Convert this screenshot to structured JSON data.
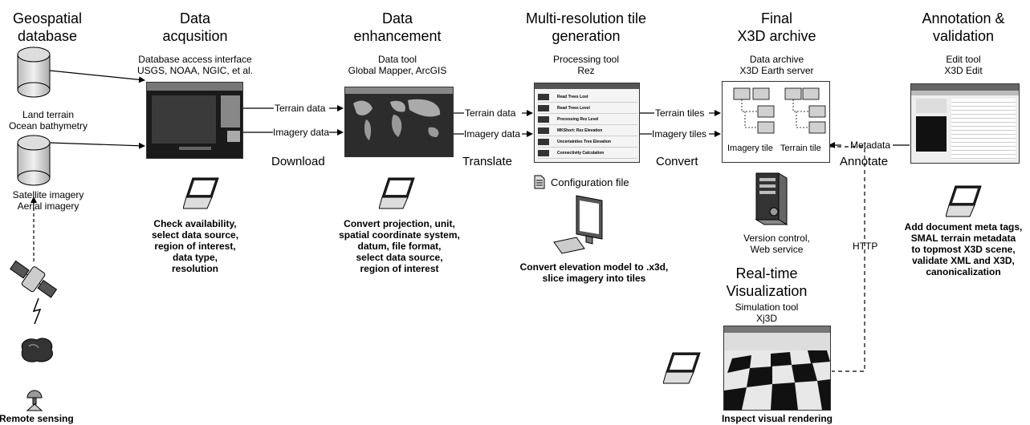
{
  "stages": {
    "geospatial": {
      "title_l1": "Geospatial",
      "title_l2": "database"
    },
    "acquisition": {
      "title_l1": "Data",
      "title_l2": "acqusition",
      "sub_l1": "Database access interface",
      "sub_l2": "USGS, NOAA, NGIC, et al."
    },
    "enhancement": {
      "title_l1": "Data",
      "title_l2": "enhancement",
      "sub_l1": "Data tool",
      "sub_l2": "Global Mapper, ArcGIS"
    },
    "tiles": {
      "title_l1": "Multi-resolution tile",
      "title_l2": "generation",
      "sub_l1": "Processing tool",
      "sub_l2": "Rez"
    },
    "archive": {
      "title_l1": "Final",
      "title_l2": "X3D archive",
      "sub_l1": "Data archive",
      "sub_l2": "X3D Earth server"
    },
    "annotation": {
      "title_l1": "Annotation &",
      "title_l2": "validation",
      "sub_l1": "Edit tool",
      "sub_l2": "X3D Edit"
    },
    "visualization": {
      "title_l1": "Real-time",
      "title_l2": "Visualization",
      "sub_l1": "Simulation tool",
      "sub_l2": "Xj3D"
    }
  },
  "databases": {
    "land_l1": "Land terrain",
    "land_l2": "Ocean bathymetry",
    "sat_l1": "Satellite imagery",
    "sat_l2": "Aerial imagery"
  },
  "remote_sensing": "Remote sensing",
  "flows": {
    "terrain_data_1": "Terrain data",
    "imagery_data_1": "Imagery data",
    "terrain_data_2": "Terrain data",
    "imagery_data_2": "Imagery data",
    "terrain_tiles": "Terrain tiles",
    "imagery_tiles": "Imagery tiles",
    "metadata": "Metadata",
    "http": "HTTP"
  },
  "verbs": {
    "download": "Download",
    "translate": "Translate",
    "convert": "Convert",
    "annotate": "Annotate"
  },
  "tile_labels": {
    "imagery": "Imagery tile",
    "terrain": "Terrain tile"
  },
  "rez_rows": [
    "Read Trees Lost",
    "Read Trees Level",
    "Processing Rez Level",
    "MKShort: Rez Elevation",
    "Uncertainties Tree Elevation",
    "Connectivity Calculation"
  ],
  "config_file": "Configuration file",
  "desc": {
    "acquisition": [
      "Check availability,",
      "select data source,",
      "region of interest,",
      "data type,",
      "resolution"
    ],
    "enhancement": [
      "Convert projection, unit,",
      "spatial coordinate system,",
      "datum, file format,",
      "select data source,",
      "region of interest"
    ],
    "tiles": [
      "Convert elevation model to .x3d,",
      "slice imagery into tiles"
    ],
    "archive": [
      "Version control,",
      "Web service"
    ],
    "annotation": [
      "Add document meta tags,",
      "SMAL terrain metadata",
      "to topmost X3D scene,",
      "validate XML and X3D,",
      "canonicalization"
    ],
    "visualization": "Inspect visual rendering"
  }
}
